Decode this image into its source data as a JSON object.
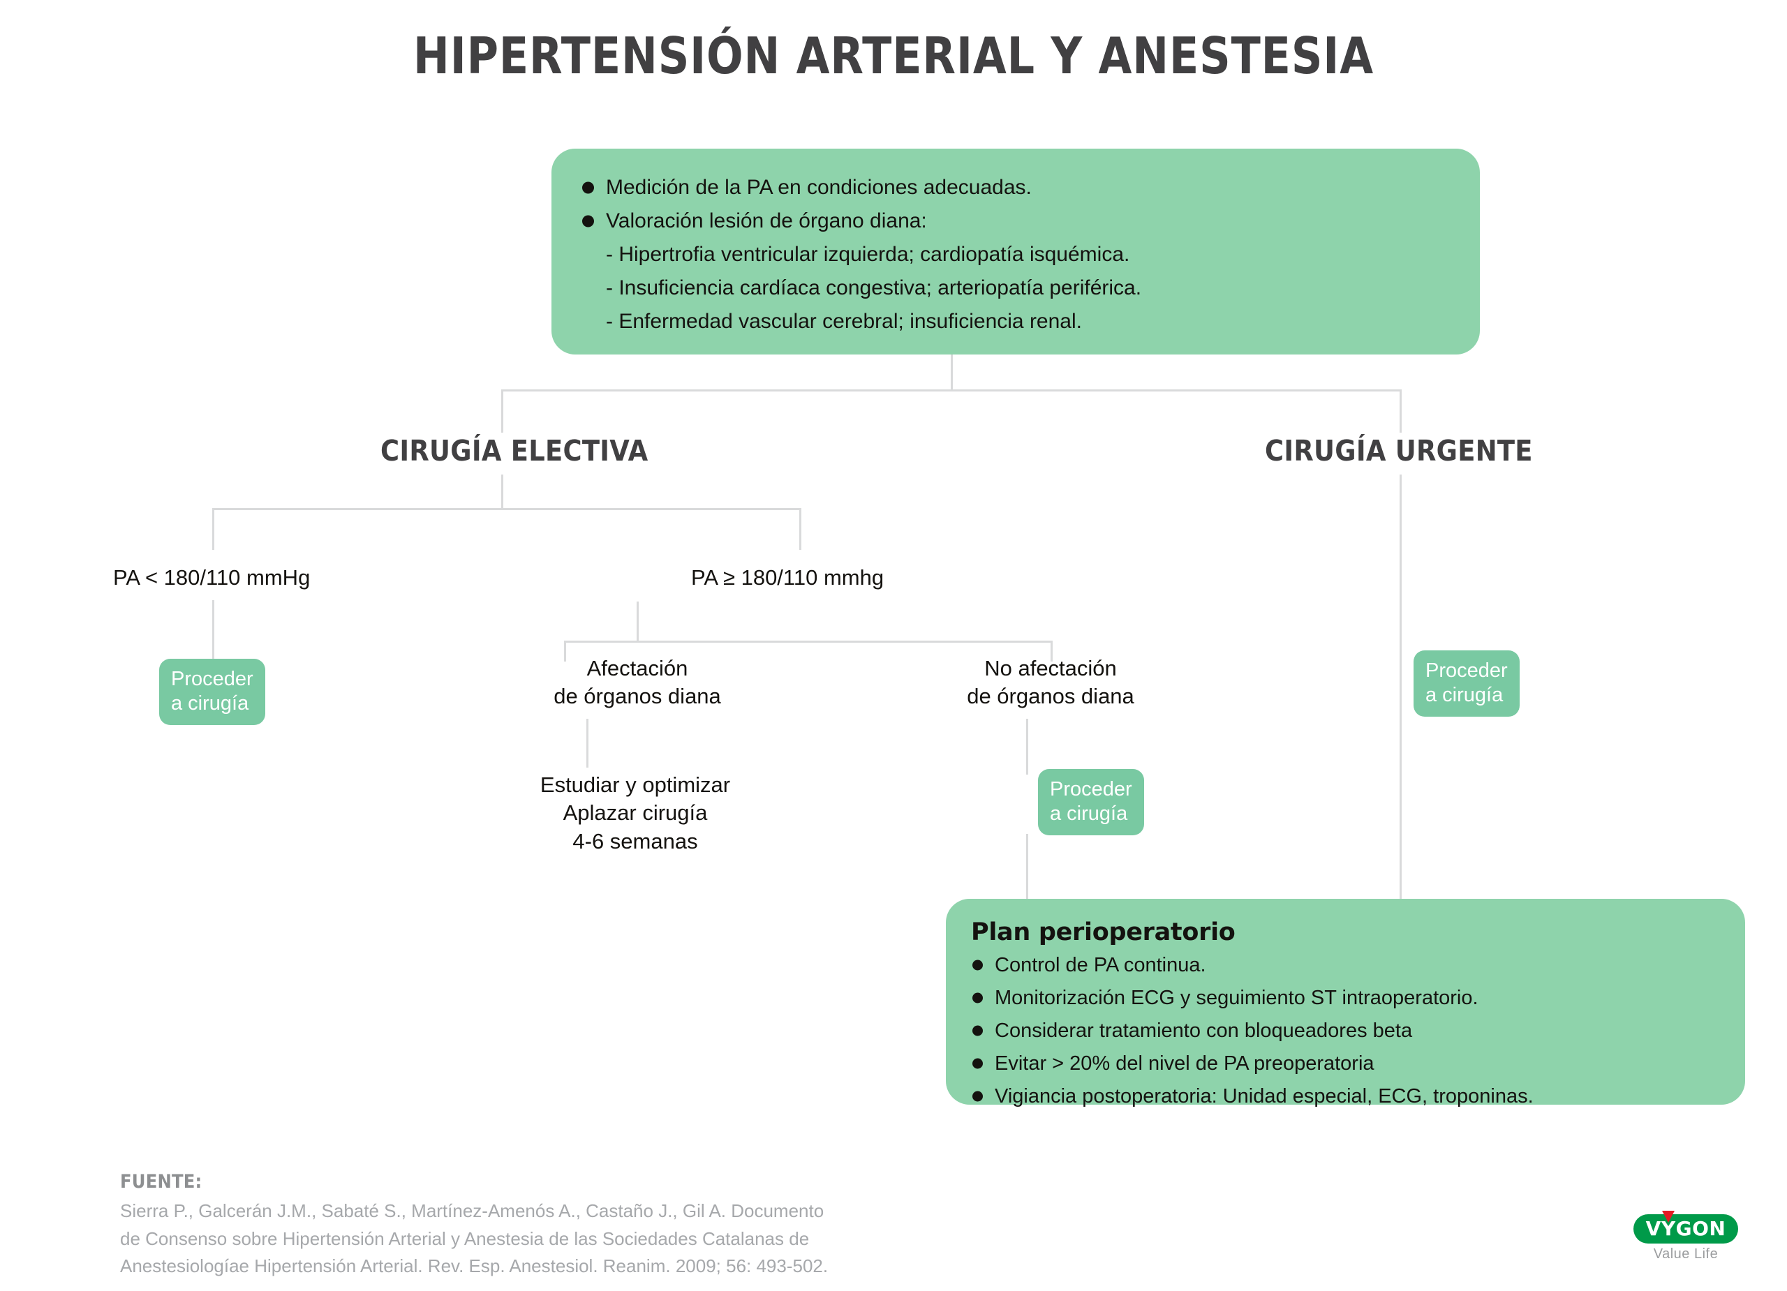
{
  "title": "HIPERTENSIÓN ARTERIAL Y ANESTESIA",
  "colors": {
    "green_box": "#8ed3ab",
    "green_pill": "#79c9a2",
    "title_gray": "#414042",
    "line_gray": "#d9dadb",
    "source_gray": "#a6a8ab",
    "logo_green": "#009a49",
    "logo_red": "#e31b23"
  },
  "assessment_box": {
    "bullets": [
      "Medición de la PA en condiciones adecuadas.",
      "Valoración lesión de órgano diana:"
    ],
    "sub_items": [
      "- Hipertrofia ventricular izquierda; cardiopatía isquémica.",
      "- Insuficiencia cardíaca congestiva; arteriopatía periférica.",
      "- Enfermedad vascular cerebral; insuficiencia renal."
    ]
  },
  "branches": {
    "elective": "CIRUGÍA ELECTIVA",
    "urgent": "CIRUGÍA URGENTE"
  },
  "nodes": {
    "pa_low": "PA < 180/110 mmHg",
    "pa_high": "PA ≥ 180/110 mmhg",
    "affected_line1": "Afectación",
    "affected_line2": "de órganos diana",
    "not_affected_line1": "No afectación",
    "not_affected_line2": "de órganos diana",
    "optimize_line1": "Estudiar y optimizar",
    "optimize_line2": "Aplazar cirugía",
    "optimize_line3": "4-6 semanas"
  },
  "proceed_pill": {
    "line1": "Proceder",
    "line2": "a cirugía"
  },
  "plan_box": {
    "title": "Plan perioperatorio",
    "items": [
      "Control de PA continua.",
      "Monitorización ECG y seguimiento ST intraoperatorio.",
      "Considerar tratamiento con bloqueadores beta",
      "Evitar  > 20% del nivel de PA preoperatoria",
      "Vigiancia postoperatoria: Unidad especial, ECG, troponinas."
    ]
  },
  "source": {
    "heading": "FUENTE:",
    "lines": [
      "Sierra P., Galcerán J.M., Sabaté S., Martínez-Amenós A., Castaño J., Gil A. Documento",
      "de Consenso sobre Hipertensión Arterial y Anestesia de las Sociedades Catalanas de",
      "Anestesiologíae Hipertensión Arterial. Rev. Esp. Anestesiol. Reanim. 2009; 56: 493-502."
    ]
  },
  "logo": {
    "name": "VYGON",
    "tagline": "Value Life"
  }
}
